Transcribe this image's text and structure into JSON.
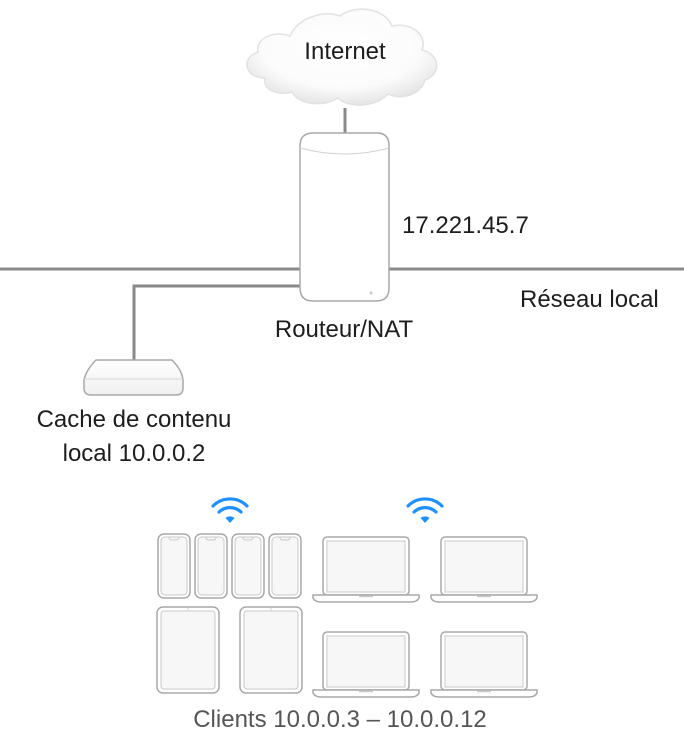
{
  "diagram": {
    "title": "Cache de contenu – schéma réseau",
    "nodes": {
      "internet": {
        "label": "Internet",
        "icon": "cloud-icon"
      },
      "router": {
        "label": "Routeur/NAT",
        "public_ip": "17.221.45.7",
        "icon": "router-icon"
      },
      "lan": {
        "label": "Réseau local"
      },
      "cache": {
        "label_line1": "Cache de contenu",
        "label_line2": "local 10.0.0.2",
        "icon": "mac-mini-icon"
      },
      "clients": {
        "label": "Clients 10.0.0.3 – 10.0.0.12",
        "devices": [
          {
            "type": "iphone",
            "icon": "iphone-icon"
          },
          {
            "type": "iphone",
            "icon": "iphone-icon"
          },
          {
            "type": "iphone",
            "icon": "iphone-icon"
          },
          {
            "type": "iphone",
            "icon": "iphone-icon"
          },
          {
            "type": "ipad",
            "icon": "ipad-icon"
          },
          {
            "type": "ipad",
            "icon": "ipad-icon"
          },
          {
            "type": "macbook",
            "icon": "laptop-icon"
          },
          {
            "type": "macbook",
            "icon": "laptop-icon"
          },
          {
            "type": "macbook",
            "icon": "laptop-icon"
          },
          {
            "type": "macbook",
            "icon": "laptop-icon"
          }
        ],
        "wireless_icon": "wifi-icon"
      }
    },
    "colors": {
      "line": "#8a8a8a",
      "device_stroke": "#a8a8a8",
      "device_fill": "#f7f7f7",
      "wifi": "#1e90ff"
    }
  }
}
